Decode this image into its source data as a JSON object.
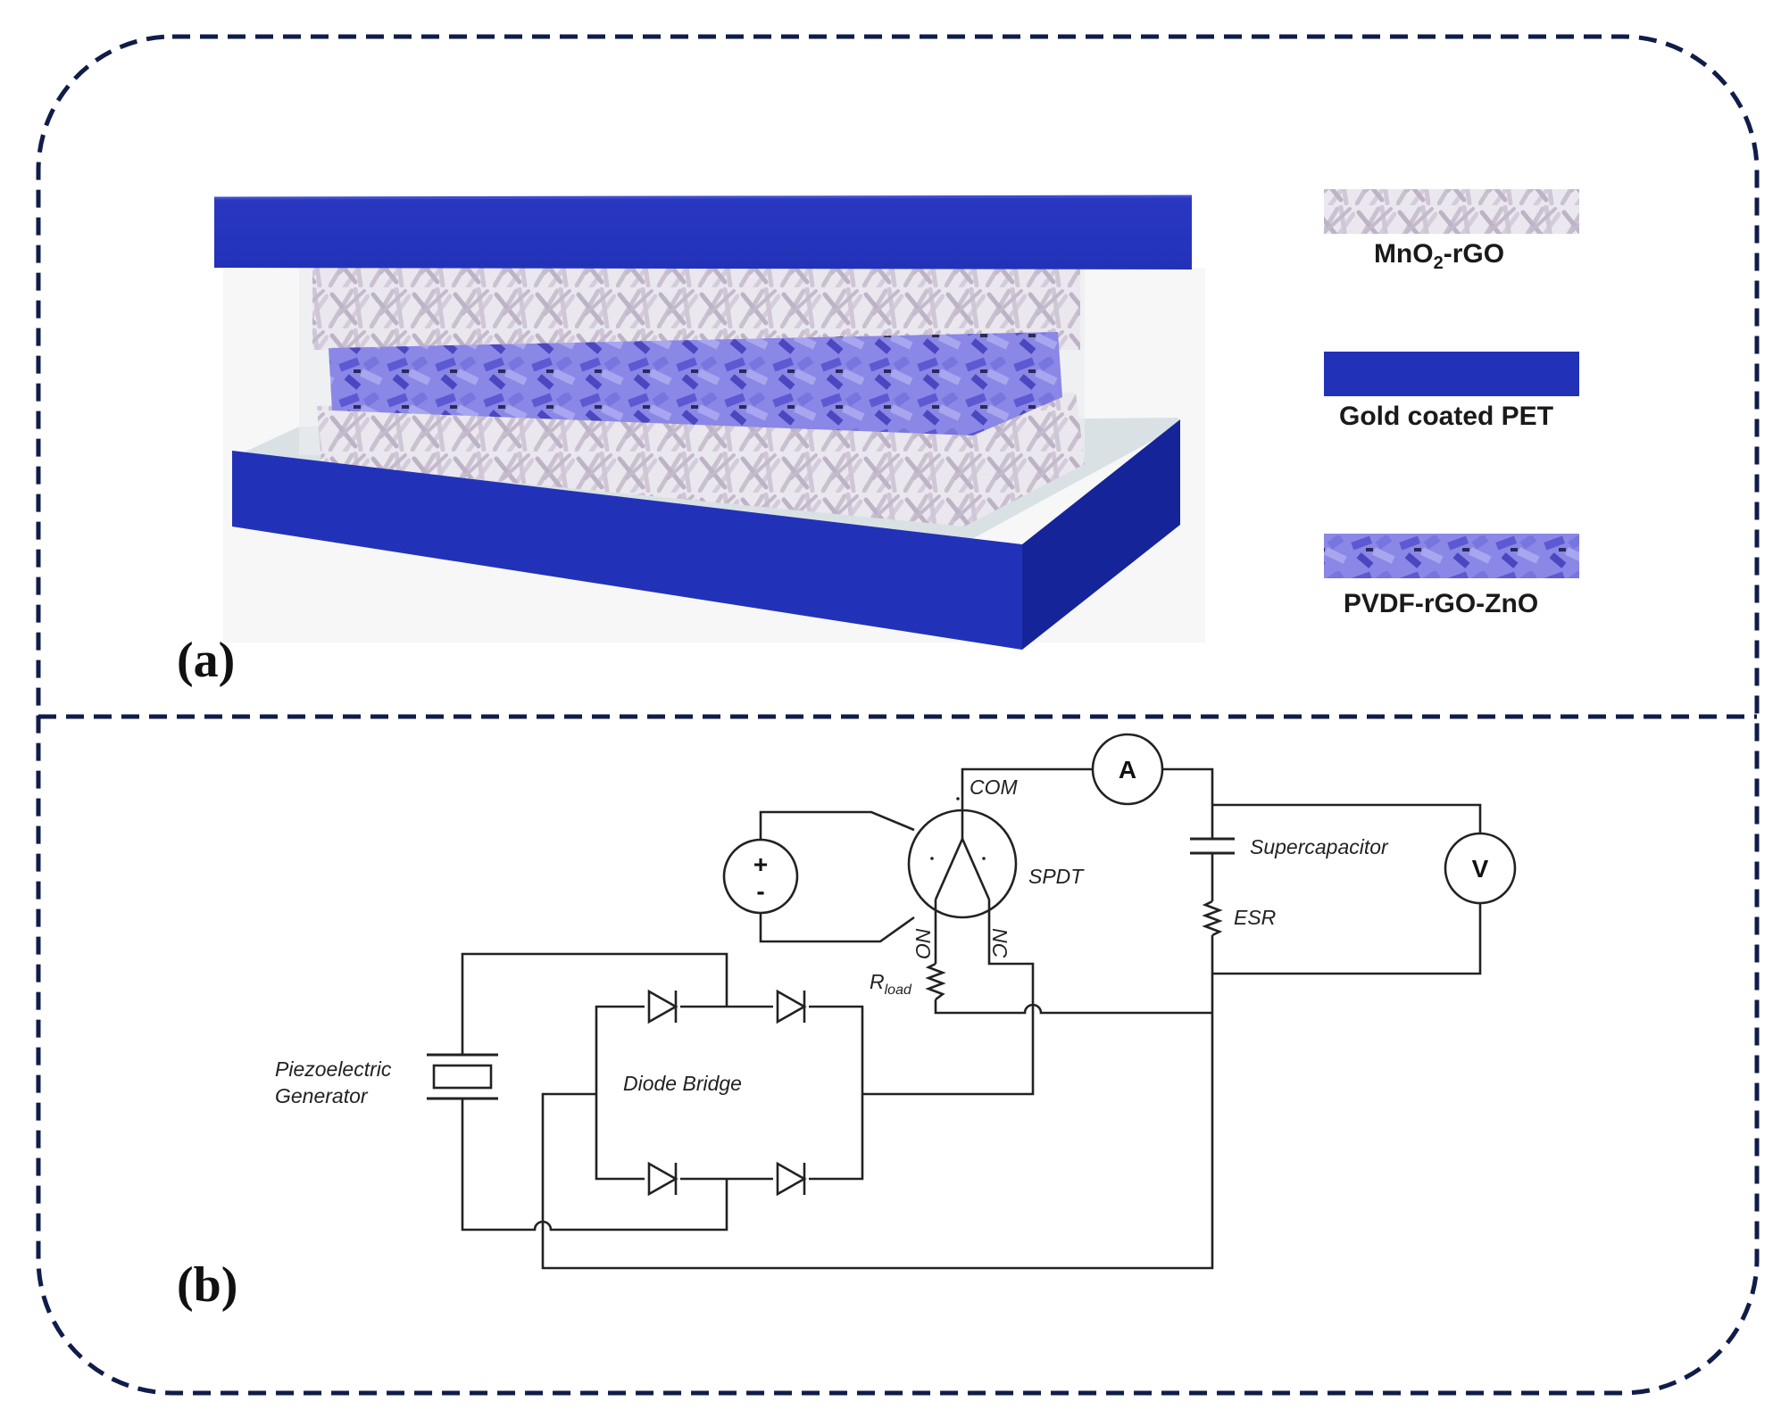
{
  "panel_a": {
    "label": "(a)",
    "legend": [
      {
        "name": "MnO",
        "sub": "2",
        "suffix": "-rGO",
        "swatch": "nanowire"
      },
      {
        "name": "Gold coated PET",
        "swatch": "solid-blue"
      },
      {
        "name": "PVDF-rGO-ZnO",
        "swatch": "flakes"
      }
    ],
    "colors": {
      "electrode": "#2030b4",
      "electrode_dark": "#142090",
      "nanowire": "#ccc3d2",
      "flake": "#6d6ae0"
    }
  },
  "panel_b": {
    "label": "(b)",
    "labels": {
      "com": "COM",
      "spdt": "SPDT",
      "no": "NO",
      "nc": "NC",
      "r_load": "R",
      "r_load_sub": "load",
      "supercapacitor": "Supercapacitor",
      "esr": "ESR",
      "piezo_line1": "Piezoelectric",
      "piezo_line2": "Generator",
      "diode_bridge": "Diode Bridge",
      "ammeter": "A",
      "voltmeter": "V",
      "plus": "+",
      "minus": "-"
    }
  },
  "frame": {
    "border_color": "#101c4a"
  }
}
